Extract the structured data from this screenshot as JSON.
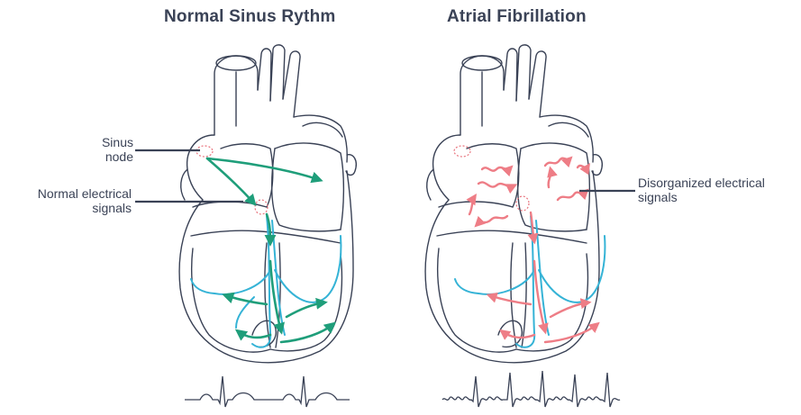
{
  "titles": {
    "left": "Normal Sinus Rythm",
    "right": "Atrial Fibrillation"
  },
  "labels": {
    "sinus_line1": "Sinus",
    "sinus_line2": "node",
    "normal_line1": "Normal electrical",
    "normal_line2": "signals",
    "disorg_line1": "Disorganized electrical",
    "disorg_line2": "signals"
  },
  "colors": {
    "outline": "#3a4256",
    "normal_signal": "#1f9e7a",
    "afib_signal": "#ee7d86",
    "conduction": "#35b3d6",
    "node": "#e8737d"
  }
}
